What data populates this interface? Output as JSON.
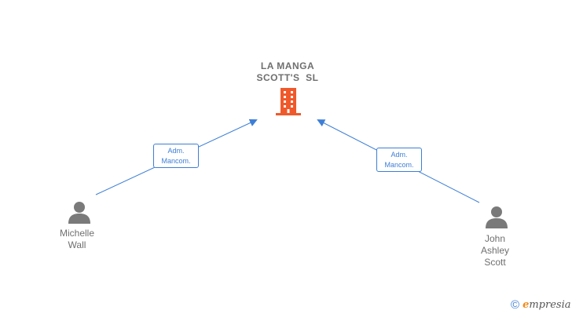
{
  "company": {
    "name_line1": "LA MANGA",
    "name_line2": "SCOTT'S  SL",
    "icon": "building-icon",
    "color": "#f0592b"
  },
  "persons": [
    {
      "line1": "Michelle",
      "line2": "Wall",
      "line3": "",
      "icon": "person-icon"
    },
    {
      "line1": "John",
      "line2": "Ashley",
      "line3": "Scott",
      "icon": "person-icon"
    }
  ],
  "relations": [
    {
      "role_line1": "Adm.",
      "role_line2": "Mancom."
    },
    {
      "role_line1": "Adm.",
      "role_line2": "Mancom."
    }
  ],
  "colors": {
    "edge": "#3d7fd6",
    "text": "#6f6f6f",
    "person": "#7a7a7a"
  },
  "brand": {
    "symbol": "©",
    "name_first": "e",
    "name_rest": "mpresia"
  }
}
